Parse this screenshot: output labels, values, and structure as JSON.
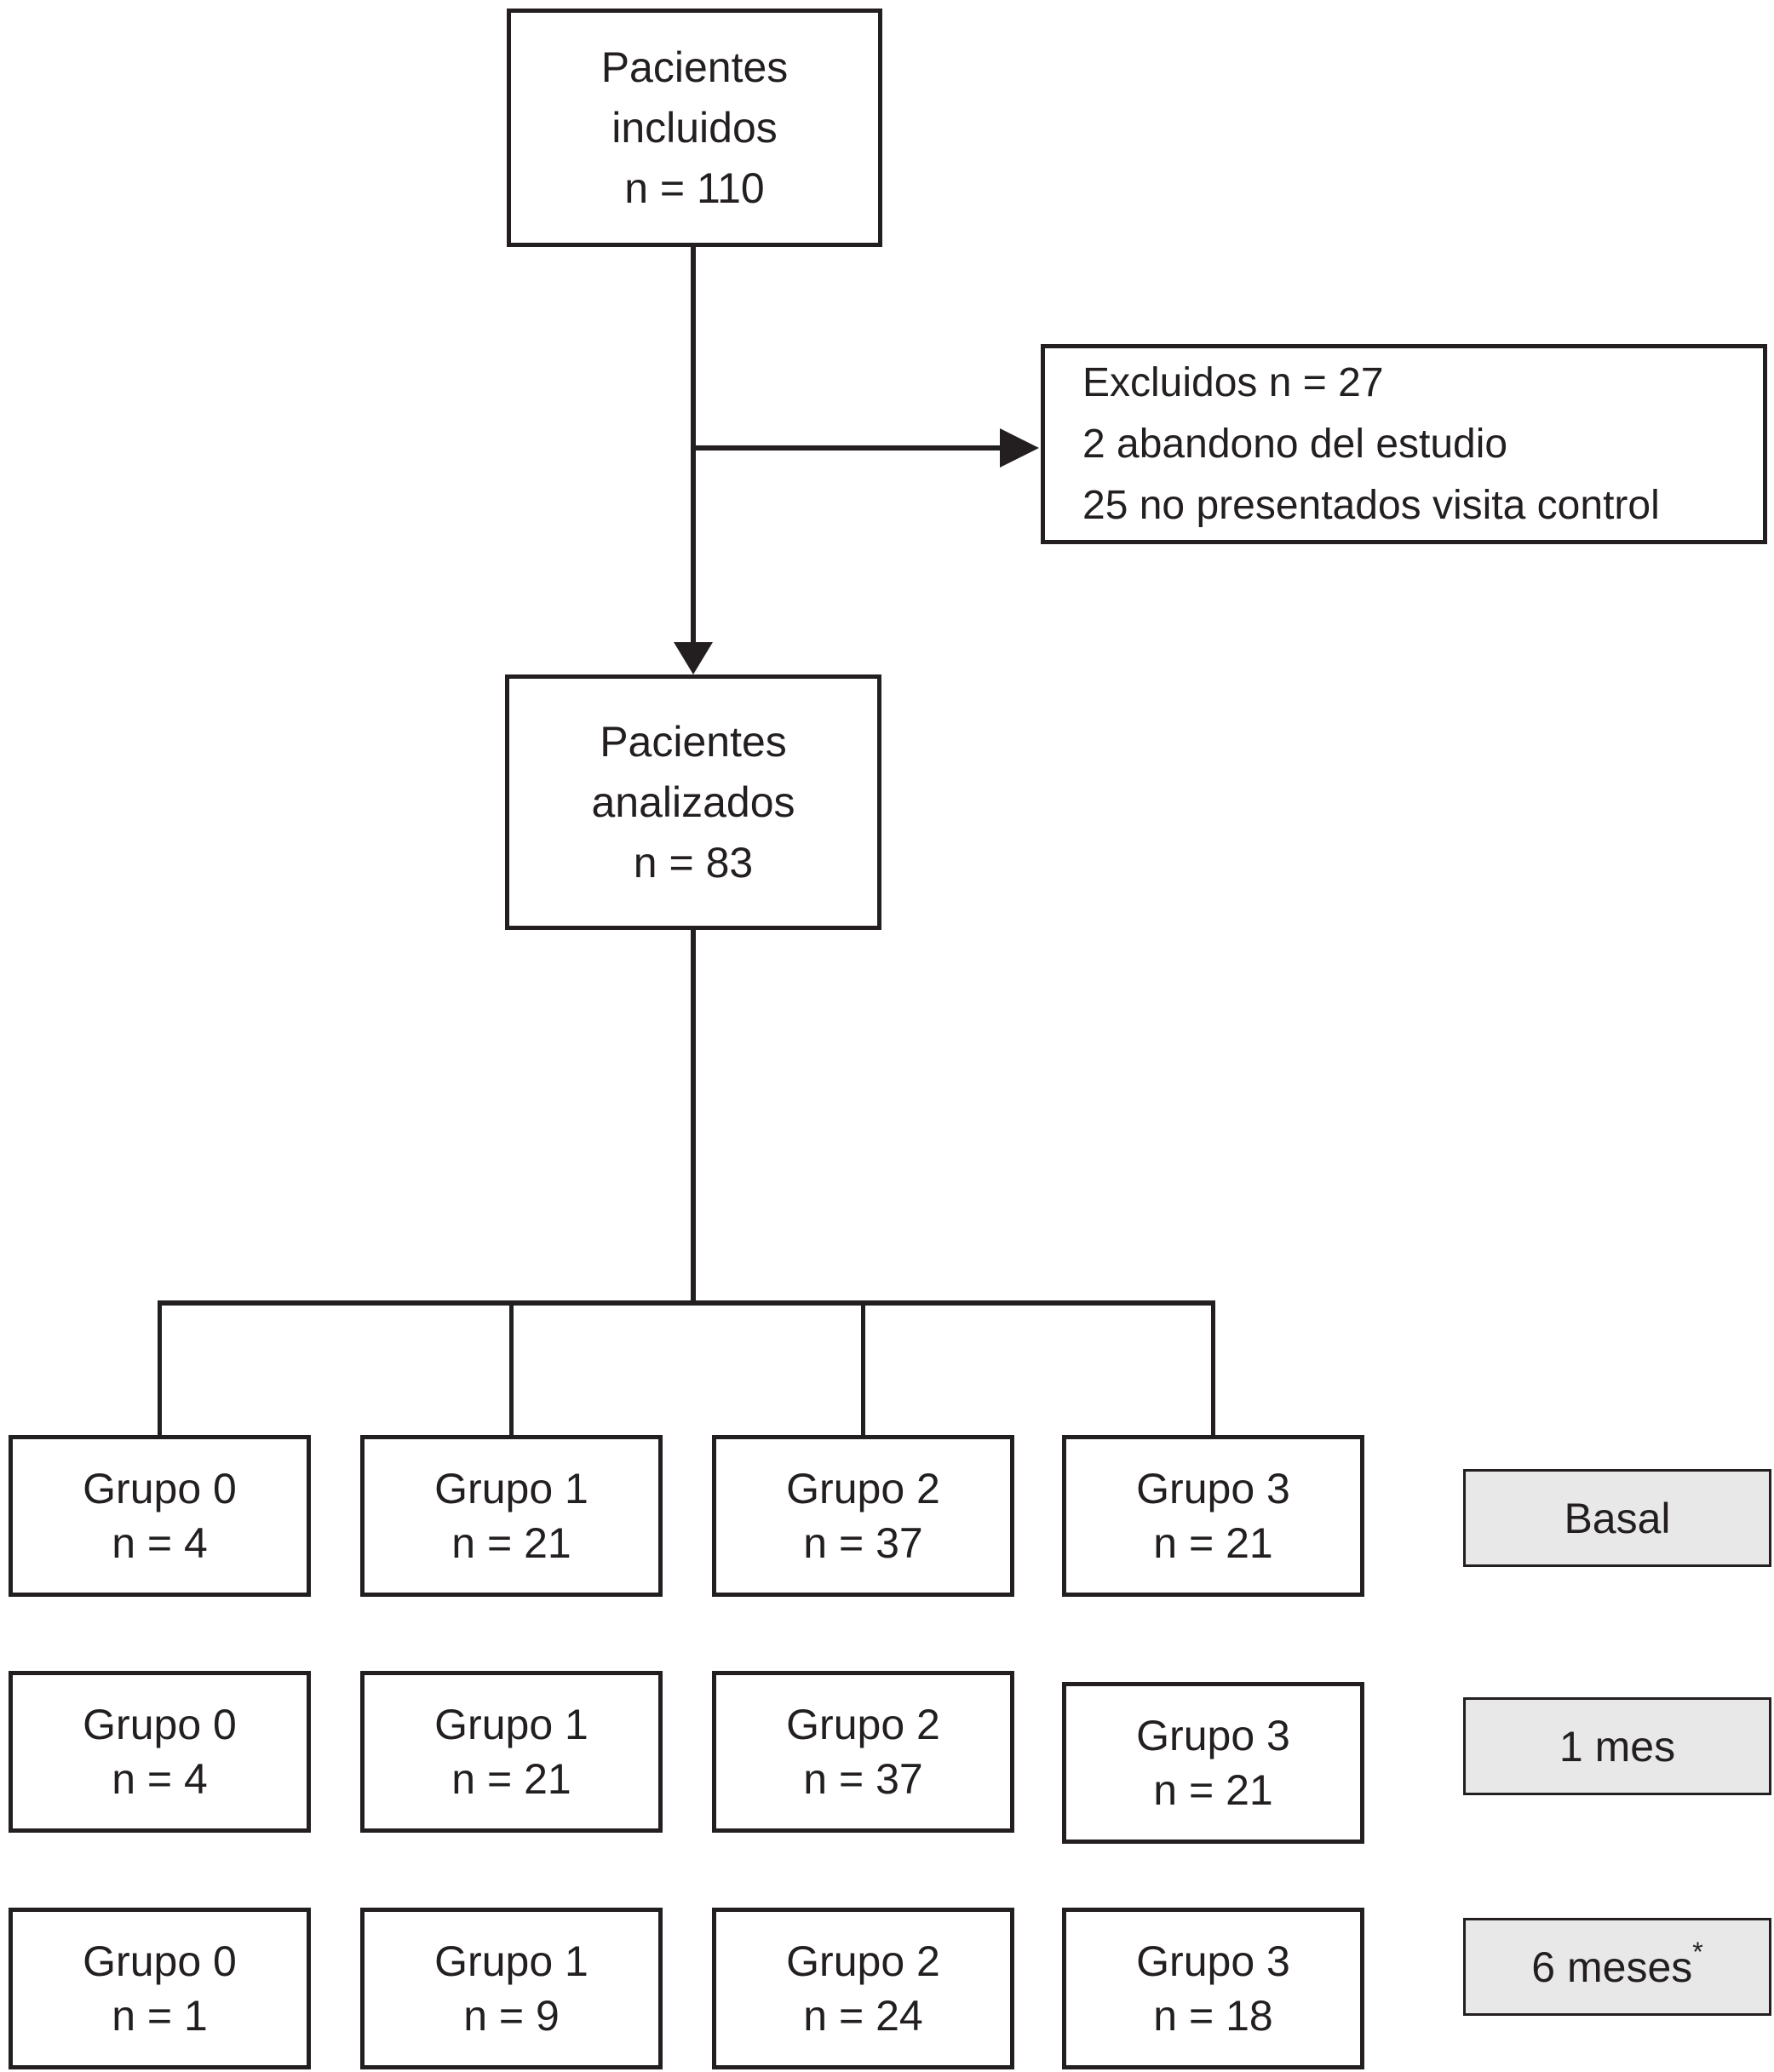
{
  "figure": {
    "colors": {
      "ink": "#231f20",
      "label_fill": "#e8e8e9",
      "background": "#ffffff"
    },
    "boxes": {
      "included": {
        "line1": "Pacientes",
        "line2": "incluidos",
        "line3": "n = 110"
      },
      "excluded": {
        "line1": "Excluidos n = 27",
        "line2": "2 abandono del estudio",
        "line3": "25 no presentados visita control"
      },
      "analyzed": {
        "line1": "Pacientes",
        "line2": "analizados",
        "line3": "n = 83"
      }
    },
    "rows": [
      {
        "timepoint": "Basal",
        "timepoint_sup": "",
        "groups": [
          {
            "name": "Grupo 0",
            "count": "n = 4"
          },
          {
            "name": "Grupo 1",
            "count": "n = 21"
          },
          {
            "name": "Grupo 2",
            "count": "n = 37"
          },
          {
            "name": "Grupo 3",
            "count": "n = 21"
          }
        ]
      },
      {
        "timepoint": "1 mes",
        "timepoint_sup": "",
        "groups": [
          {
            "name": "Grupo 0",
            "count": "n = 4"
          },
          {
            "name": "Grupo 1",
            "count": "n = 21"
          },
          {
            "name": "Grupo 2",
            "count": "n = 37"
          },
          {
            "name": "Grupo 3",
            "count": "n = 21"
          }
        ]
      },
      {
        "timepoint": "6 meses",
        "timepoint_sup": "*",
        "groups": [
          {
            "name": "Grupo 0",
            "count": "n = 1"
          },
          {
            "name": "Grupo 1",
            "count": "n = 9"
          },
          {
            "name": "Grupo 2",
            "count": "n = 24"
          },
          {
            "name": "Grupo 3",
            "count": "n = 18"
          }
        ]
      }
    ]
  }
}
